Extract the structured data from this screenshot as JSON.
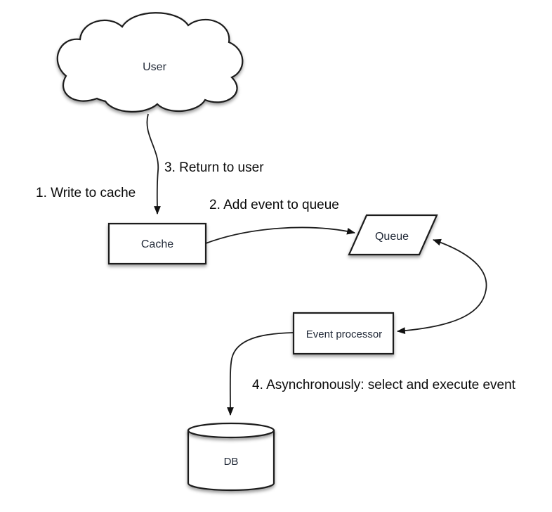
{
  "diagram": {
    "background": "#ffffff",
    "colors": {
      "shape_fill": "#ffffff",
      "shape_stroke": "#1c1c1c",
      "node_text": "#222a38",
      "step_text": "#0a0a0a",
      "arrow": "#111111"
    },
    "nodes": {
      "user": {
        "label": "User",
        "shape": "cloud"
      },
      "cache": {
        "label": "Cache",
        "shape": "rectangle"
      },
      "queue": {
        "label": "Queue",
        "shape": "parallelogram"
      },
      "event_processor": {
        "label": "Event processor",
        "shape": "rectangle"
      },
      "db": {
        "label": "DB",
        "shape": "cylinder"
      }
    },
    "steps": {
      "step1": "1. Write to cache",
      "step2": "2. Add event to queue",
      "step3": "3. Return to user",
      "step4": "4. Asynchronously: select and execute event"
    },
    "edges": [
      {
        "from": "user",
        "to": "cache",
        "arrow": "single"
      },
      {
        "from": "cache",
        "to": "queue",
        "arrow": "single"
      },
      {
        "from": "queue",
        "to": "event_processor",
        "arrow": "double"
      },
      {
        "from": "event_processor",
        "to": "db",
        "arrow": "single"
      }
    ]
  }
}
